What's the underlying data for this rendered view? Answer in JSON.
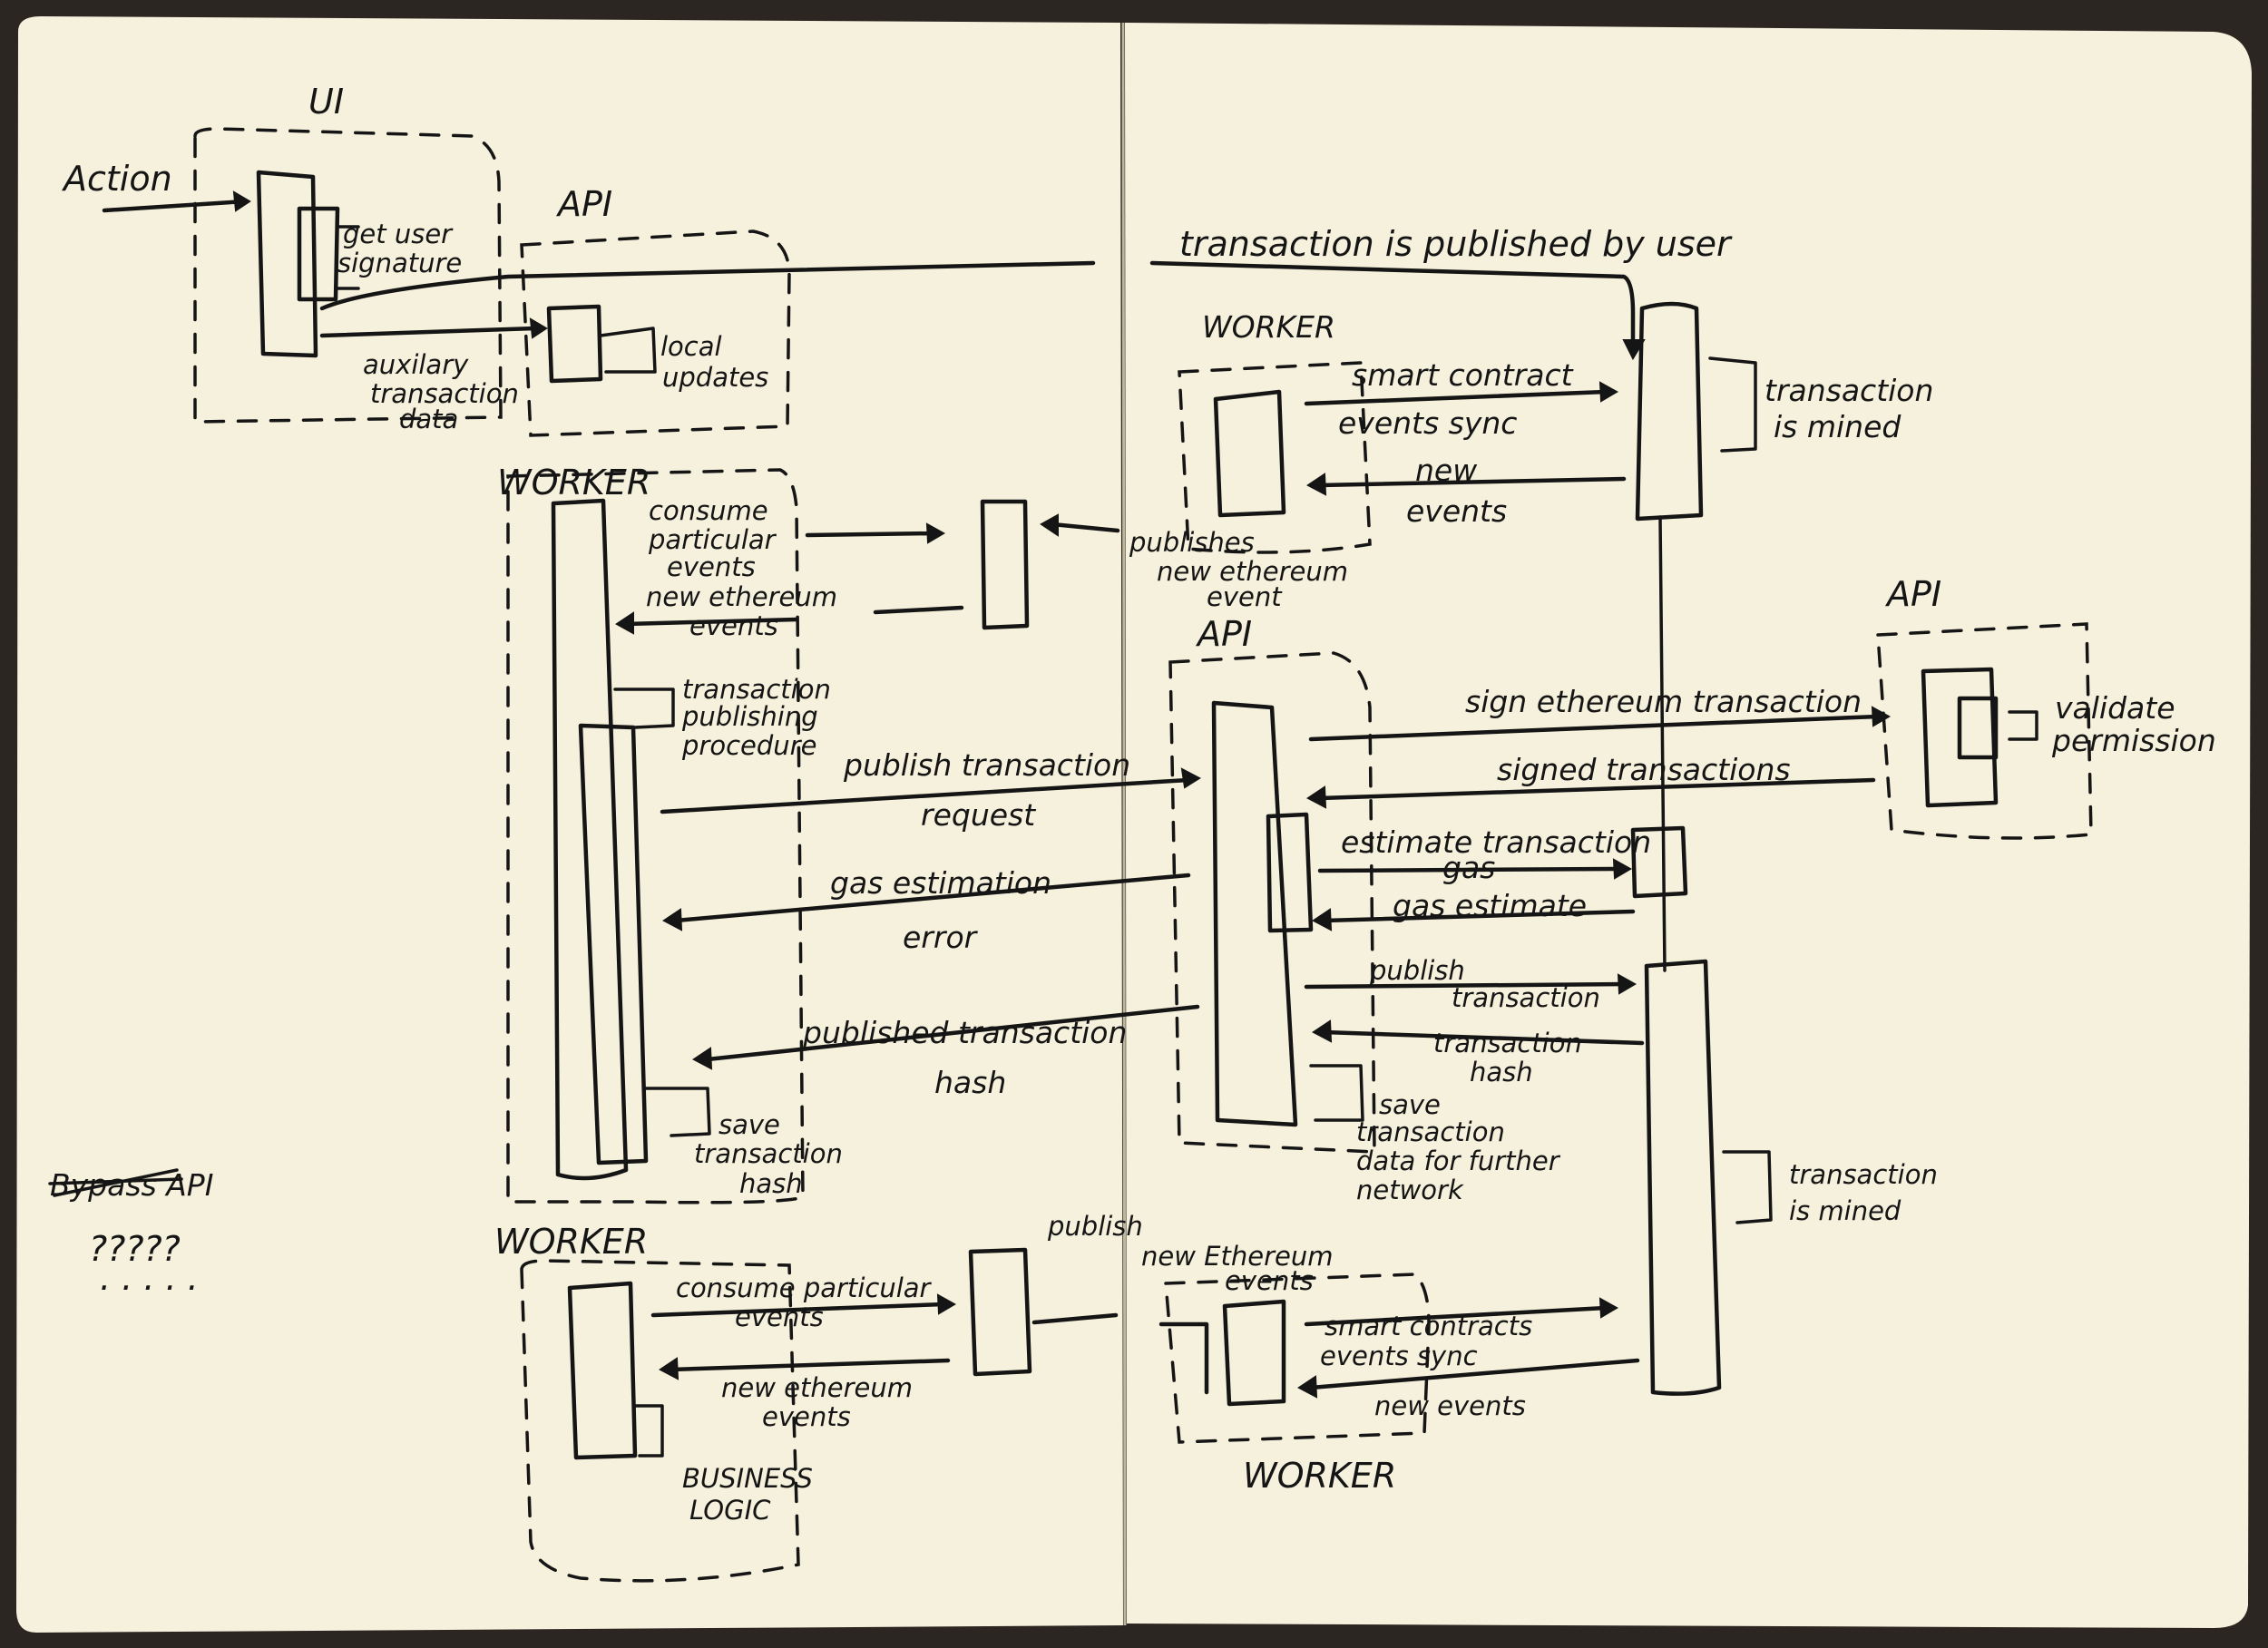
{
  "colors": {
    "ink": "#151515",
    "paper": "#f6f1dc",
    "backdrop": "#2b2622"
  },
  "labels": {
    "ui": "UI",
    "action": "Action",
    "get_user_signature": [
      "get user",
      "signature"
    ],
    "api_top": "API",
    "auxiliary_data": [
      "auxilary",
      "transaction",
      "data"
    ],
    "local_updates": [
      "local",
      "updates"
    ],
    "worker_left": "WORKER",
    "consume_events": [
      "consume",
      "particular",
      "events"
    ],
    "new_ethereum_events": [
      "new ethereum",
      "events"
    ],
    "publishing_procedure": [
      "transaction",
      "publishing",
      "procedure"
    ],
    "publish_request": [
      "publish transaction",
      "request"
    ],
    "gas_error": [
      "gas estimation",
      "error"
    ],
    "published_hash": [
      "published transaction",
      "hash"
    ],
    "save_hash": [
      "save",
      "transaction",
      "hash"
    ],
    "crossed_api": "Bypass API",
    "question_marks": "?????",
    "worker_bottom": "WORKER",
    "consume_particular": [
      "consume particular",
      "events"
    ],
    "new_eth_events_bottom": [
      "new ethereum",
      "events"
    ],
    "business_logic": [
      "BUSINESS",
      "LOGIC"
    ],
    "publish_new_eth": [
      "publish",
      "new Ethereum",
      "events"
    ],
    "tx_published_by_user": "transaction is published by user",
    "worker_top_right": "WORKER",
    "sc_sync": [
      "smart contract",
      "events sync"
    ],
    "new_events": [
      "new",
      "events"
    ],
    "tx_mined": [
      "transaction",
      "is mined"
    ],
    "publishes_new_event": [
      "publishes",
      "new ethereum",
      "event"
    ],
    "api_middle": "API",
    "api_right": "API",
    "sign_tx": "sign ethereum transaction",
    "validate_permission": [
      "validate",
      "permission"
    ],
    "signed_tx": "signed transactions",
    "estimate_gas": [
      "estimate transaction",
      "gas"
    ],
    "gas_estimate": "gas estimate",
    "publish_tx": [
      "publish",
      "transaction"
    ],
    "tx_hash": [
      "transaction",
      "hash"
    ],
    "save_tx_data": [
      "save",
      "transaction",
      "data for further",
      "network"
    ],
    "tx_mined_2": [
      "transaction",
      "is mined"
    ],
    "sc_sync_bottom": [
      "smart contracts",
      "events sync"
    ],
    "new_events_bottom": "new events",
    "worker_bottom_right": "WORKER"
  }
}
